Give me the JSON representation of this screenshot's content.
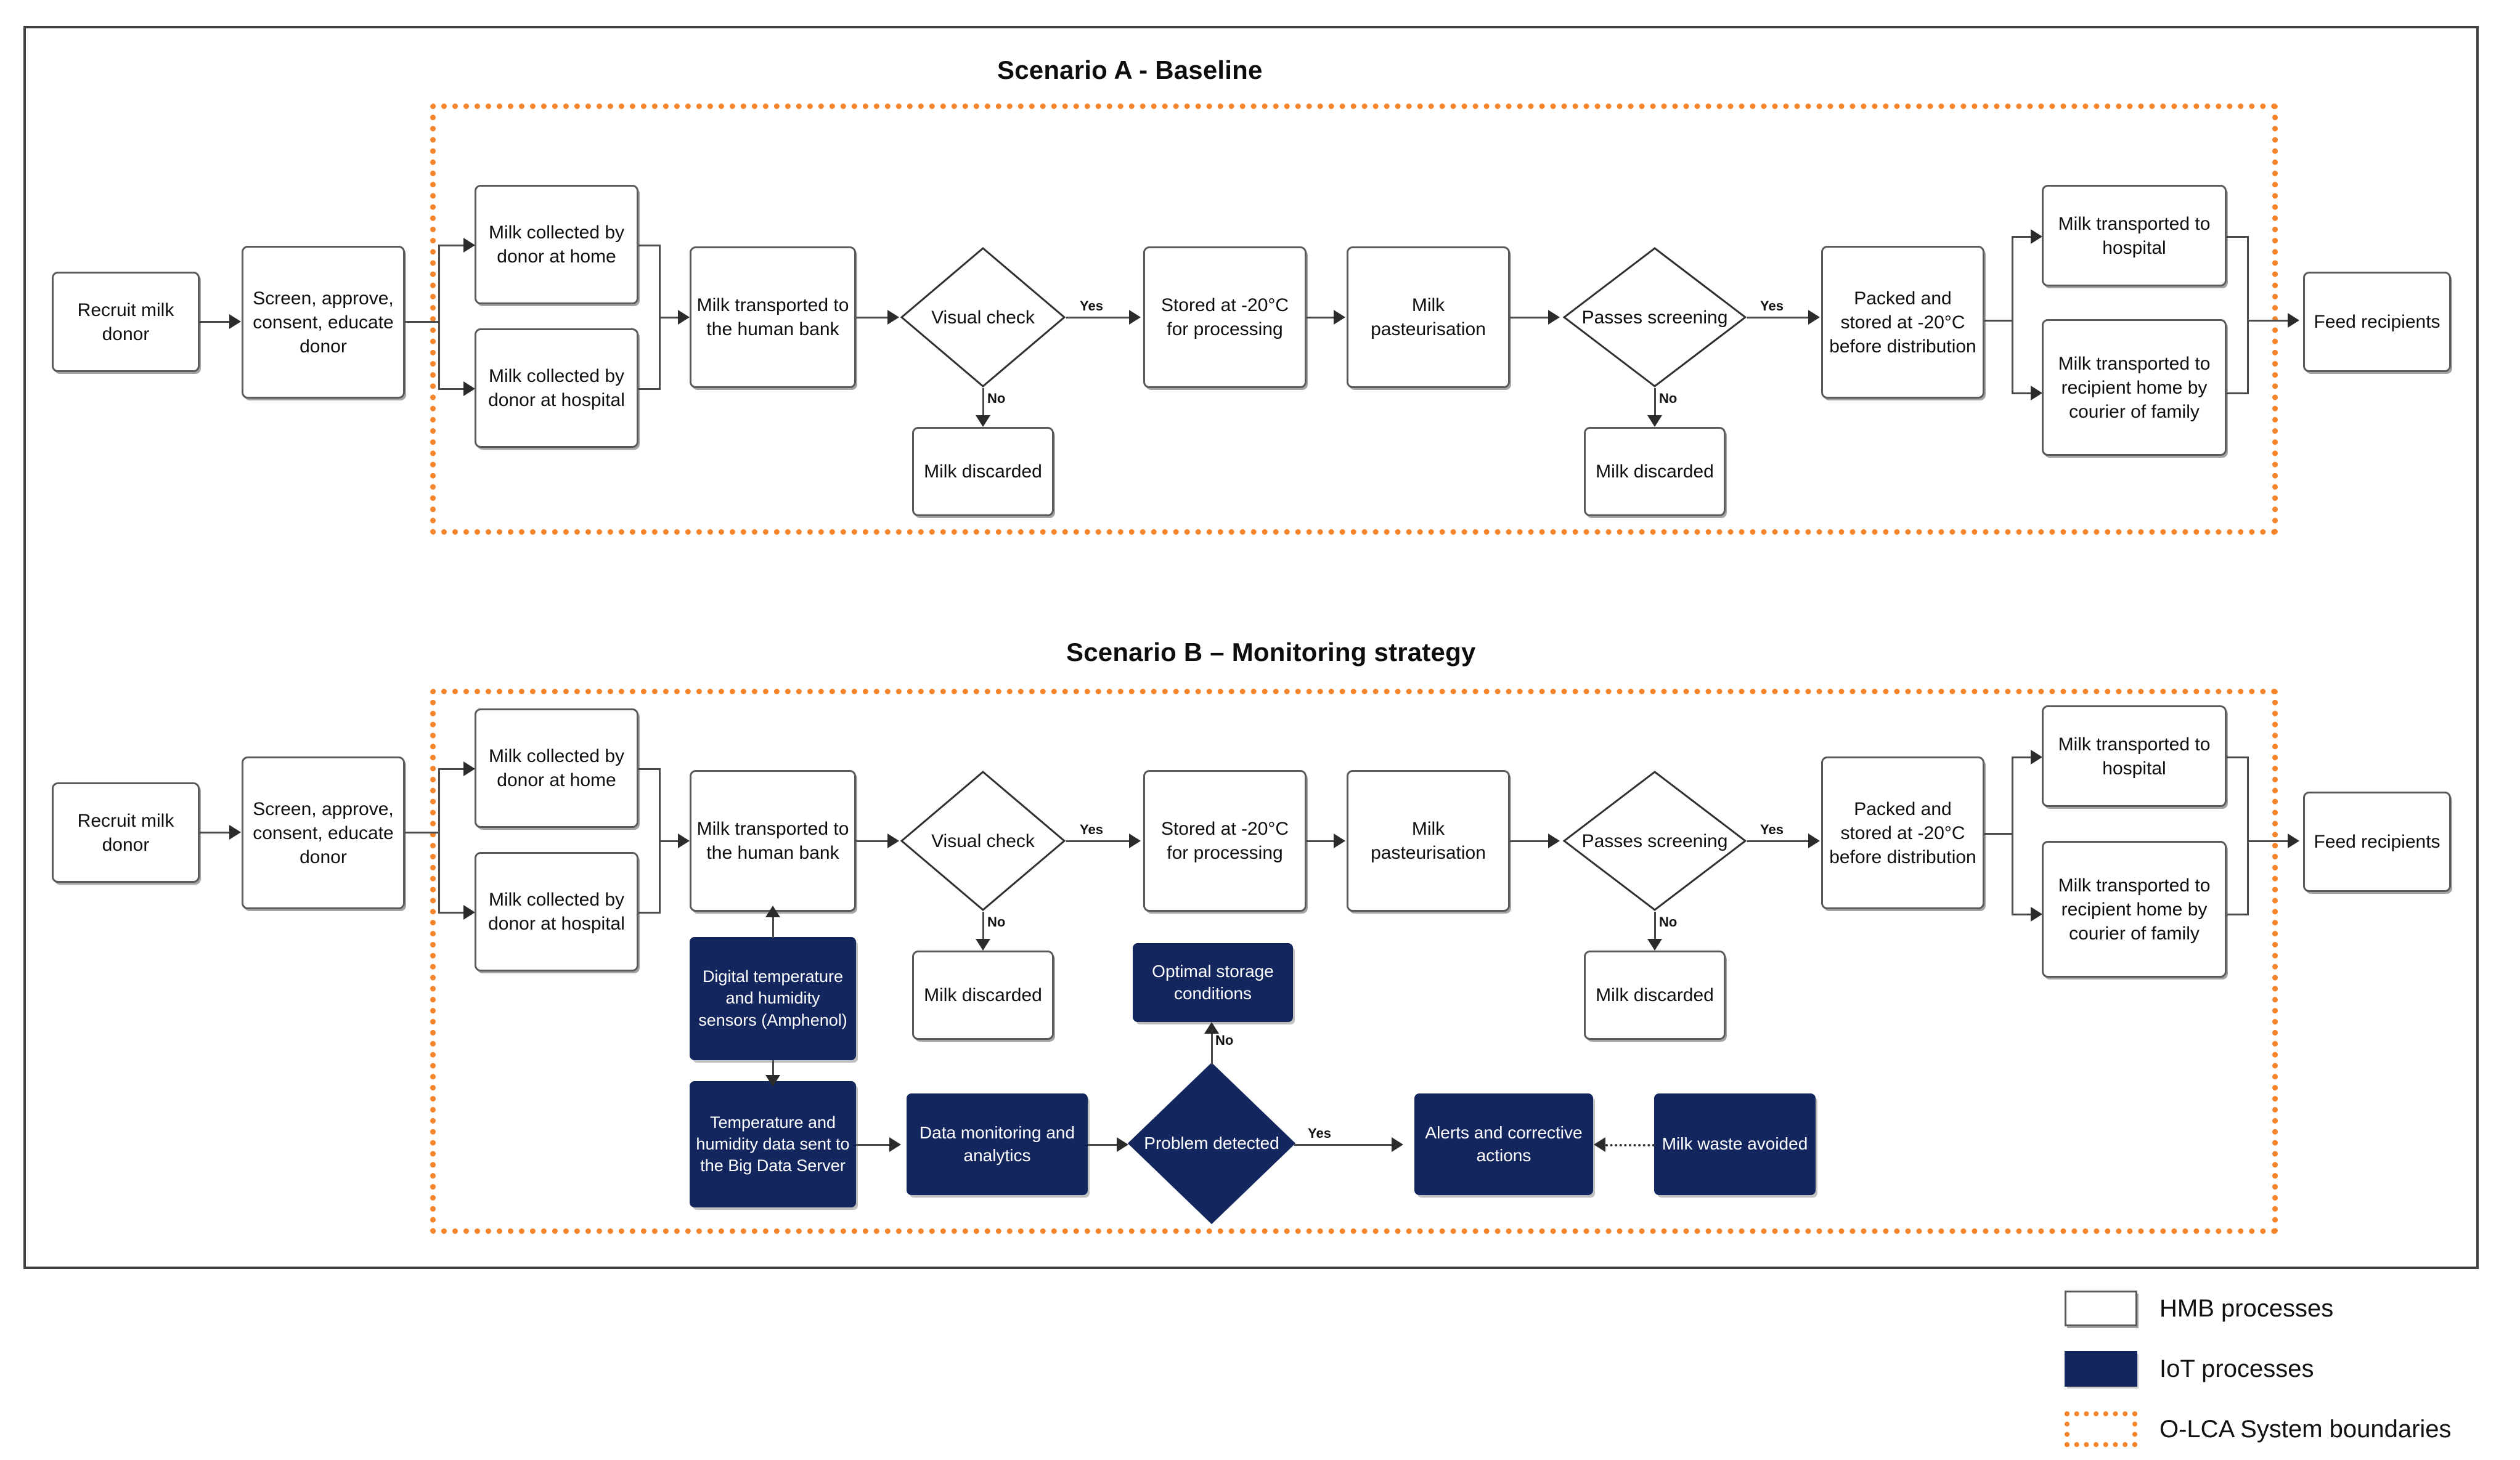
{
  "legend": {
    "items": [
      {
        "key": "hmb",
        "label": "HMB processes",
        "swatch": "white-box",
        "color": "#FFFFFF"
      },
      {
        "key": "iot",
        "label": "IoT processes",
        "swatch": "navy-box",
        "color": "#13265E"
      },
      {
        "key": "olca",
        "label": "O-LCA System boundaries",
        "swatch": "orange-dotted-box",
        "color": "#F5842A"
      }
    ]
  },
  "scenarios": [
    {
      "id": "A",
      "title": "Scenario A - Baseline",
      "nodes": {
        "recruit": "Recruit milk donor",
        "screen": "Screen, approve, consent, educate donor",
        "collect_home": "Milk collected by donor at home",
        "collect_hospital": "Milk collected by donor at hospital",
        "transport_bank": "Milk transported to the human bank",
        "visual_check": "Visual check",
        "discard_1": "Milk discarded",
        "stored": "Stored at -20°C for processing",
        "pasteurisation": "Milk pasteurisation",
        "passes_screening": "Passes screening",
        "discard_2": "Milk discarded",
        "packed": "Packed and stored at -20°C before distribution",
        "to_hospital": "Milk transported to hospital",
        "to_recipient": "Milk transported to recipient home by courier of family",
        "feed": "Feed recipients"
      },
      "edges": {
        "visual_yes": "Yes",
        "visual_no": "No",
        "screening_yes": "Yes",
        "screening_no": "No"
      }
    },
    {
      "id": "B",
      "title": "Scenario B – Monitoring strategy",
      "nodes": {
        "recruit": "Recruit milk donor",
        "screen": "Screen, approve, consent, educate donor",
        "collect_home": "Milk collected by donor at home",
        "collect_hospital": "Milk collected by donor at hospital",
        "transport_bank": "Milk transported to the human bank",
        "visual_check": "Visual check",
        "discard_1": "Milk discarded",
        "stored": "Stored at -20°C for processing",
        "pasteurisation": "Milk pasteurisation",
        "passes_screening": "Passes screening",
        "discard_2": "Milk discarded",
        "packed": "Packed and stored at -20°C before distribution",
        "to_hospital": "Milk transported to hospital",
        "to_recipient": "Milk transported to recipient home by courier of family",
        "feed": "Feed recipients",
        "sensors": "Digital temperature and humidity sensors (Amphenol)",
        "big_data": "Temperature and humidity data sent to the Big Data Server",
        "data_monitoring": "Data monitoring and analytics",
        "problem_detected": "Problem detected",
        "optimal_storage": "Optimal storage conditions",
        "alerts": "Alerts and corrective actions",
        "waste_avoided": "Milk waste avoided"
      },
      "edges": {
        "visual_yes": "Yes",
        "visual_no": "No",
        "screening_yes": "Yes",
        "screening_no": "No",
        "problem_yes": "Yes",
        "problem_no": "No"
      }
    }
  ]
}
